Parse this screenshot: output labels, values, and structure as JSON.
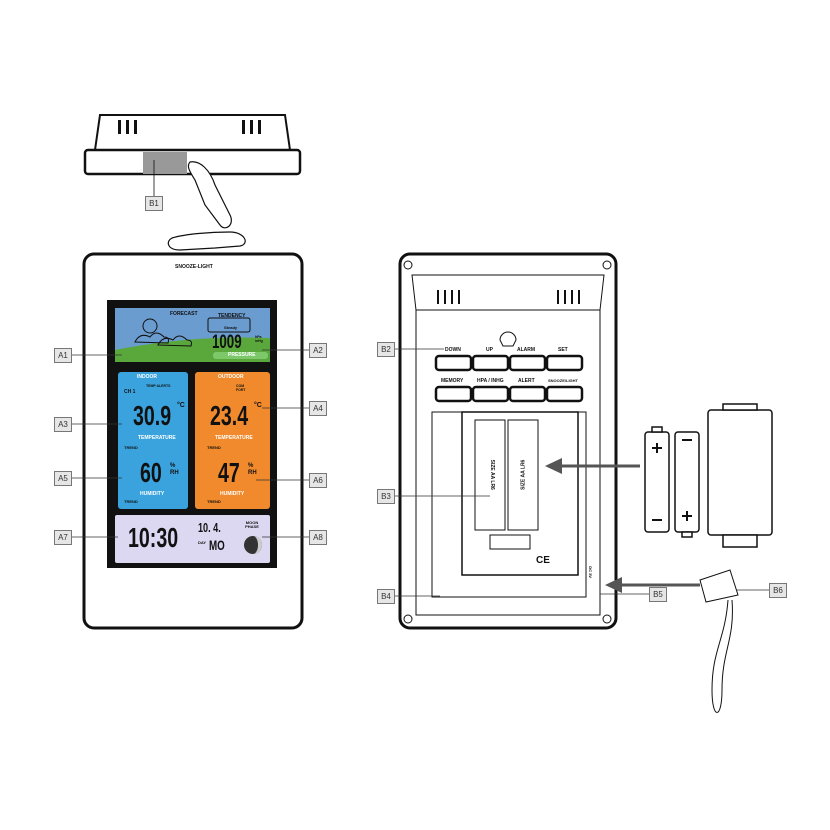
{
  "labels": {
    "B1": "B1",
    "A1": "A1",
    "A2": "A2",
    "A3": "A3",
    "A4": "A4",
    "A5": "A5",
    "A6": "A6",
    "A7": "A7",
    "A8": "A8",
    "B2": "B2",
    "B3": "B3",
    "B4": "B4",
    "B5": "B5",
    "B6": "B6"
  },
  "front": {
    "snooze_light": "SNOOZE-LIGHT",
    "forecast": "FORECAST",
    "tendency": "TENDENCY",
    "tendency_state": "Steady",
    "pressure_value": "1009",
    "pressure_units": "hPa inHg",
    "pressure_label": "PRESSURE",
    "indoor": {
      "header": "INDOOR",
      "channel": "CH 1",
      "alert": "TEMP ALERTS",
      "temperature": "30.9",
      "unit": "°C",
      "temp_label": "TEMPERATURE",
      "trend": "TREND",
      "humidity": "60",
      "hum_unit": "% RH",
      "hum_label": "HUMIDITY"
    },
    "outdoor": {
      "header": "OUTDOOR",
      "comfort": "COM FORT",
      "temperature": "23.4",
      "unit": "°C",
      "temp_label": "TEMPERATURE",
      "trend": "TREND",
      "humidity": "47",
      "hum_unit": "% RH",
      "hum_label": "HUMIDITY"
    },
    "clock": {
      "time": "10:30",
      "date": "10. 4.",
      "day_label": "DAY",
      "day": "MO",
      "moon_phase": "MOON PHASE"
    }
  },
  "back": {
    "buttons": [
      "DOWN",
      "UP",
      "ALARM",
      "SET",
      "MEMORY",
      "HPA / INHG",
      "ALERT",
      "SNOOZE/LIGHT"
    ],
    "battery_text": "SIZE AA LR6",
    "ce_mark": "CE",
    "dc_label": "DC 5V"
  },
  "colors": {
    "indoor": "#3aa3de",
    "outdoor": "#f08a2c",
    "clock": "#dcd8f2",
    "sky": "#6a9ccf",
    "grass": "#5aa83c"
  }
}
